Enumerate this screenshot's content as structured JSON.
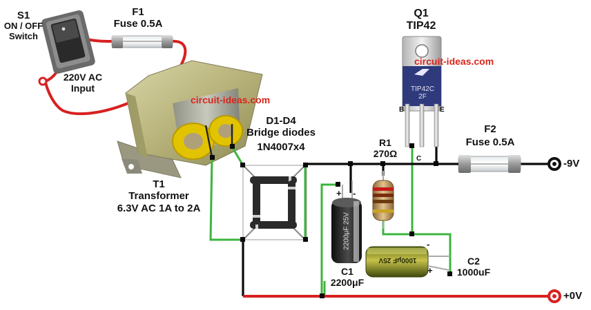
{
  "labels": {
    "s1_name": "S1",
    "s1_desc_line1": "ON / OFF",
    "s1_desc_line2": "Switch",
    "f1_name": "F1",
    "f1_desc": "Fuse 0.5A",
    "ac_line1": "220V AC",
    "ac_line2": "Input",
    "q1_name": "Q1",
    "q1_part": "TIP42",
    "q1_pin_b": "B",
    "q1_pin_e": "E",
    "q1_pin_c": "C",
    "q1_marking_line1": "TIP42C",
    "q1_marking_line2": "2F",
    "d_name": "D1-D4",
    "d_desc": "Bridge diodes",
    "d_part": "1N4007x4",
    "r1_name": "R1",
    "r1_value": "270Ω",
    "f2_name": "F2",
    "f2_desc": "Fuse 0.5A",
    "out_neg": "-9V",
    "out_zero": "+0V",
    "t1_name": "T1",
    "t1_desc": "Transformer",
    "t1_rating": "6.3V AC 1A to 2A",
    "c1_name": "C1",
    "c1_value": "2200μF",
    "c1_plus": "+",
    "c1_minus": "-",
    "c1_marking": "2200μF 25V",
    "c2_name": "C2",
    "c2_value": "1000uF",
    "c2_plus": "+",
    "c2_minus": "-",
    "c2_marking": "1000μF 25V"
  },
  "watermarks": {
    "top": "circuit-ideas.com",
    "middle": "circuit-ideas.com"
  },
  "colors": {
    "wire_black": "#0a0a0a",
    "wire_green": "#3cb43c",
    "wire_red": "#d82020",
    "watermark": "#d8261c"
  }
}
